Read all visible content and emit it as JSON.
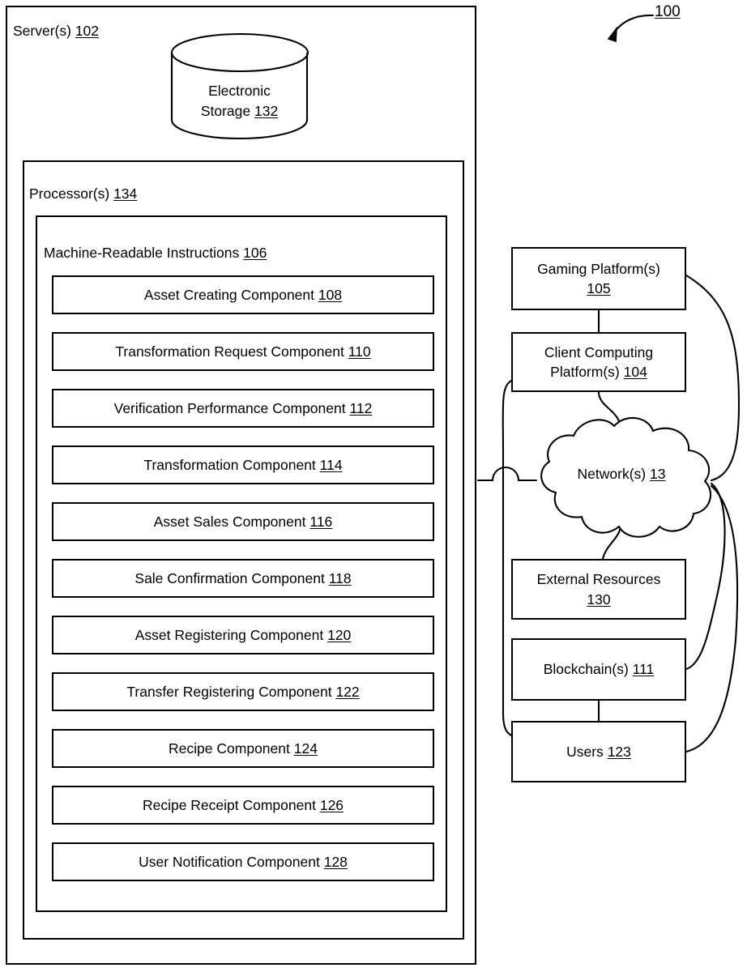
{
  "figure": {
    "reference_numeral": "100",
    "callout_icon": "curved-arrow-icon"
  },
  "server": {
    "title": "Server(s)",
    "ref": "102",
    "storage": {
      "line1": "Electronic",
      "line2": "Storage",
      "ref": "132",
      "icon": "database-cylinder-icon"
    },
    "processor": {
      "title": "Processor(s)",
      "ref": "134"
    },
    "instructions": {
      "title": "Machine-Readable Instructions",
      "ref": "106",
      "components": [
        {
          "label": "Asset Creating Component",
          "ref": "108"
        },
        {
          "label": "Transformation Request Component",
          "ref": "110"
        },
        {
          "label": "Verification Performance Component",
          "ref": "112"
        },
        {
          "label": "Transformation Component",
          "ref": "114"
        },
        {
          "label": "Asset Sales Component",
          "ref": "116"
        },
        {
          "label": "Sale Confirmation Component",
          "ref": "118"
        },
        {
          "label": "Asset Registering Component",
          "ref": "120"
        },
        {
          "label": "Transfer Registering Component",
          "ref": "122"
        },
        {
          "label": "Recipe Component",
          "ref": "124"
        },
        {
          "label": "Recipe Receipt Component",
          "ref": "126"
        },
        {
          "label": "User Notification Component",
          "ref": "128"
        }
      ]
    }
  },
  "right_column": {
    "gaming_platform": {
      "line1": "Gaming Platform(s)",
      "ref": "105"
    },
    "client_platform": {
      "line1": "Client Computing",
      "line2": "Platform(s)",
      "ref": "104"
    },
    "network": {
      "label": "Network(s)",
      "ref": "13",
      "icon": "cloud-icon"
    },
    "external_resources": {
      "line1": "External Resources",
      "ref": "130"
    },
    "blockchain": {
      "line1": "Blockchain(s)",
      "ref": "111"
    },
    "users": {
      "line1": "Users",
      "ref": "123"
    }
  },
  "colors": {
    "stroke": "#000000",
    "background": "#ffffff"
  },
  "chart_data": {
    "type": "diagram",
    "title": "System 100 block diagram",
    "nodes": [
      {
        "id": "102",
        "label": "Server(s)",
        "kind": "container"
      },
      {
        "id": "132",
        "label": "Electronic Storage",
        "kind": "cylinder"
      },
      {
        "id": "134",
        "label": "Processor(s)",
        "kind": "container"
      },
      {
        "id": "106",
        "label": "Machine-Readable Instructions",
        "kind": "container"
      },
      {
        "id": "108",
        "label": "Asset Creating Component",
        "kind": "box"
      },
      {
        "id": "110",
        "label": "Transformation Request Component",
        "kind": "box"
      },
      {
        "id": "112",
        "label": "Verification Performance Component",
        "kind": "box"
      },
      {
        "id": "114",
        "label": "Transformation Component",
        "kind": "box"
      },
      {
        "id": "116",
        "label": "Asset Sales Component",
        "kind": "box"
      },
      {
        "id": "118",
        "label": "Sale Confirmation Component",
        "kind": "box"
      },
      {
        "id": "120",
        "label": "Asset Registering Component",
        "kind": "box"
      },
      {
        "id": "122",
        "label": "Transfer Registering Component",
        "kind": "box"
      },
      {
        "id": "124",
        "label": "Recipe Component",
        "kind": "box"
      },
      {
        "id": "126",
        "label": "Recipe Receipt Component",
        "kind": "box"
      },
      {
        "id": "128",
        "label": "User Notification Component",
        "kind": "box"
      },
      {
        "id": "105",
        "label": "Gaming Platform(s)",
        "kind": "box"
      },
      {
        "id": "104",
        "label": "Client Computing Platform(s)",
        "kind": "box"
      },
      {
        "id": "13",
        "label": "Network(s)",
        "kind": "cloud"
      },
      {
        "id": "130",
        "label": "External Resources",
        "kind": "box"
      },
      {
        "id": "111",
        "label": "Blockchain(s)",
        "kind": "box"
      },
      {
        "id": "123",
        "label": "Users",
        "kind": "box"
      }
    ],
    "edges": [
      {
        "from": "102",
        "to": "13"
      },
      {
        "from": "105",
        "to": "104"
      },
      {
        "from": "105",
        "to": "13"
      },
      {
        "from": "104",
        "to": "13"
      },
      {
        "from": "104",
        "to": "123"
      },
      {
        "from": "13",
        "to": "130"
      },
      {
        "from": "13",
        "to": "111"
      },
      {
        "from": "13",
        "to": "123"
      },
      {
        "from": "111",
        "to": "123"
      }
    ]
  }
}
